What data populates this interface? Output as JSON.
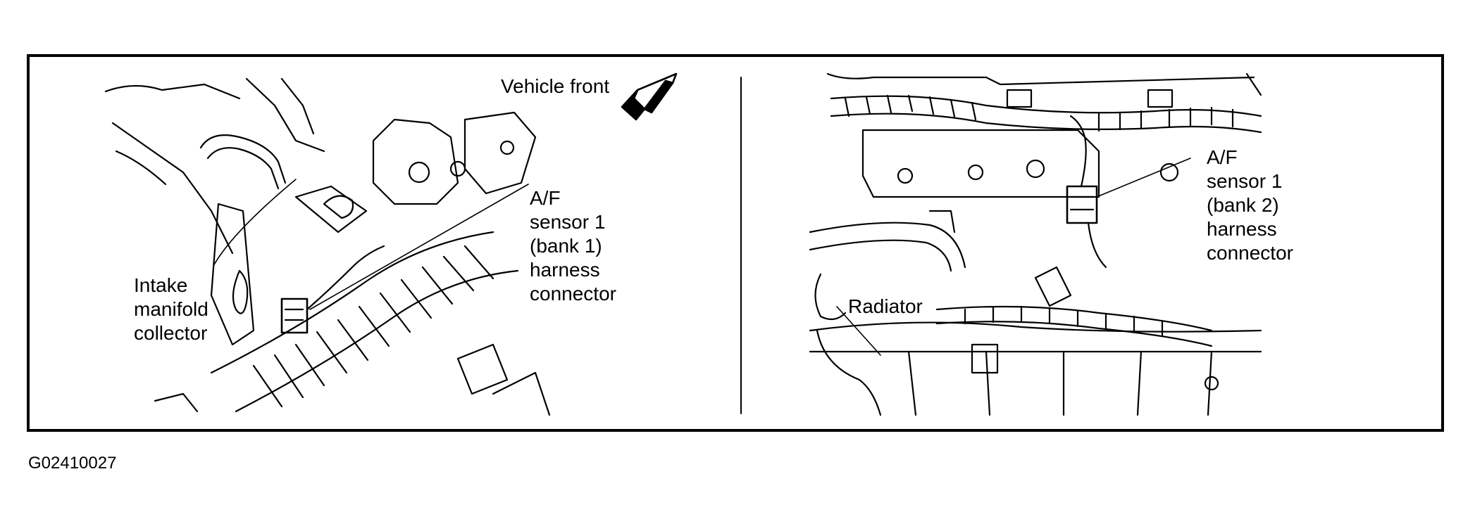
{
  "left_panel": {
    "vehicle_front": "Vehicle front",
    "af_sensor_label": [
      "A/F",
      "sensor 1",
      "(bank 1)",
      "harness",
      "connector"
    ],
    "intake_label": [
      "Intake",
      "manifold",
      "collector"
    ]
  },
  "right_panel": {
    "af_sensor_label": [
      "A/F",
      "sensor 1",
      "(bank 2)",
      "harness",
      "connector"
    ],
    "radiator_label": "Radiator"
  },
  "figure_id": "G02410027"
}
